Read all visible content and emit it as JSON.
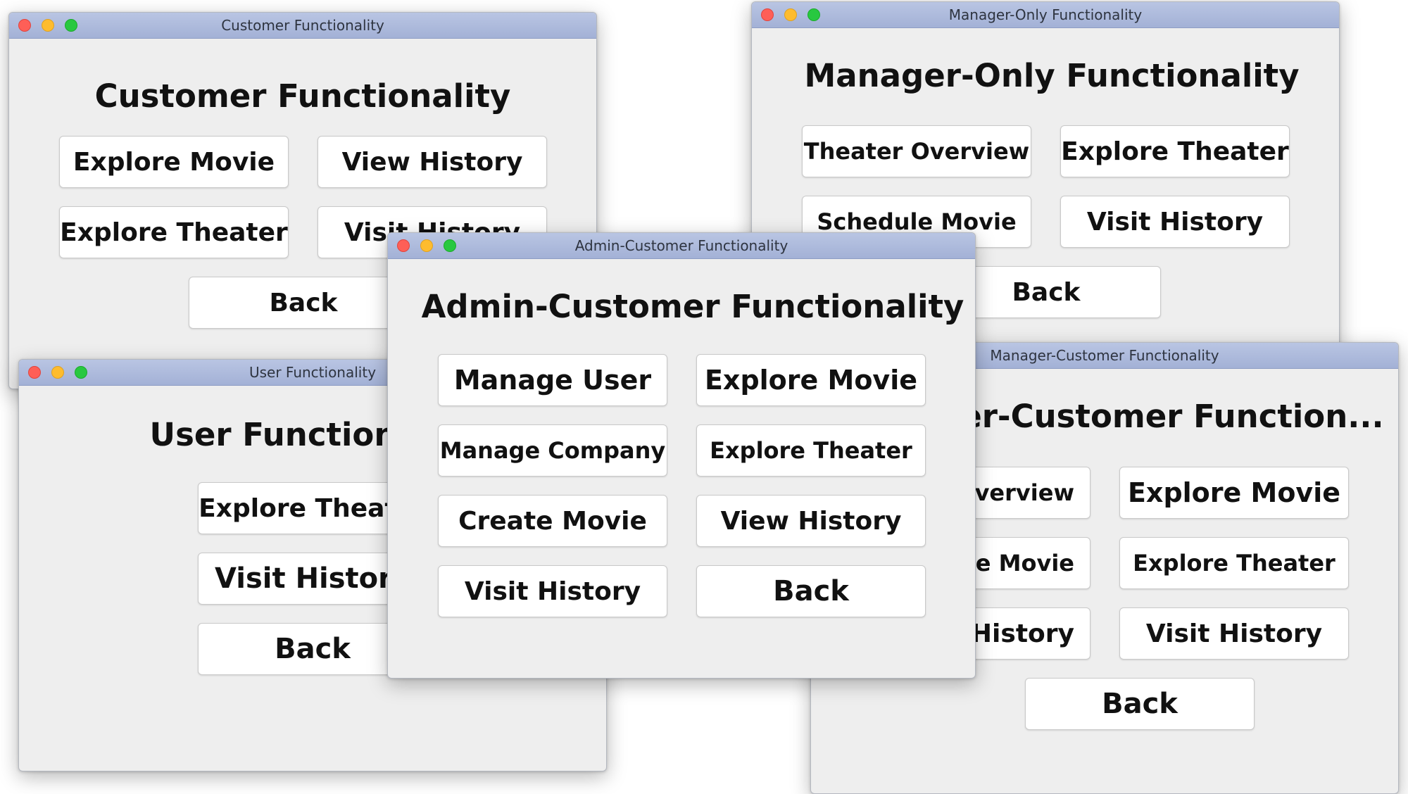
{
  "customer": {
    "title": "Customer Functionality",
    "heading": "Customer Functionality",
    "buttons": {
      "explore_movie": "Explore Movie",
      "view_history": "View History",
      "explore_theater": "Explore Theater",
      "visit_history": "Visit History",
      "back": "Back"
    }
  },
  "manager_only": {
    "title": "Manager-Only Functionality",
    "heading": "Manager-Only Functionality",
    "buttons": {
      "theater_overview": "Theater Overview",
      "explore_theater": "Explore Theater",
      "schedule_movie": "Schedule Movie",
      "visit_history": "Visit History",
      "back": "Back"
    }
  },
  "user": {
    "title": "User Functionality",
    "heading": "User Functionality",
    "buttons": {
      "explore_theater": "Explore Theater",
      "visit_history": "Visit History",
      "back": "Back"
    }
  },
  "manager_customer": {
    "title": "Manager-Customer Functionality",
    "heading": "Manager-Customer Function...",
    "buttons": {
      "theater_overview": "Theater Overview",
      "explore_movie": "Explore Movie",
      "schedule_movie": "Schedule Movie",
      "explore_theater": "Explore Theater",
      "view_history": "View History",
      "visit_history": "Visit History",
      "back": "Back"
    }
  },
  "admin_customer": {
    "title": "Admin-Customer Functionality",
    "heading": "Admin-Customer Functionality",
    "buttons": {
      "manage_user": "Manage User",
      "explore_movie": "Explore Movie",
      "manage_company": "Manage Company",
      "explore_theater": "Explore Theater",
      "create_movie": "Create Movie",
      "view_history": "View History",
      "visit_history": "Visit History",
      "back": "Back"
    }
  }
}
